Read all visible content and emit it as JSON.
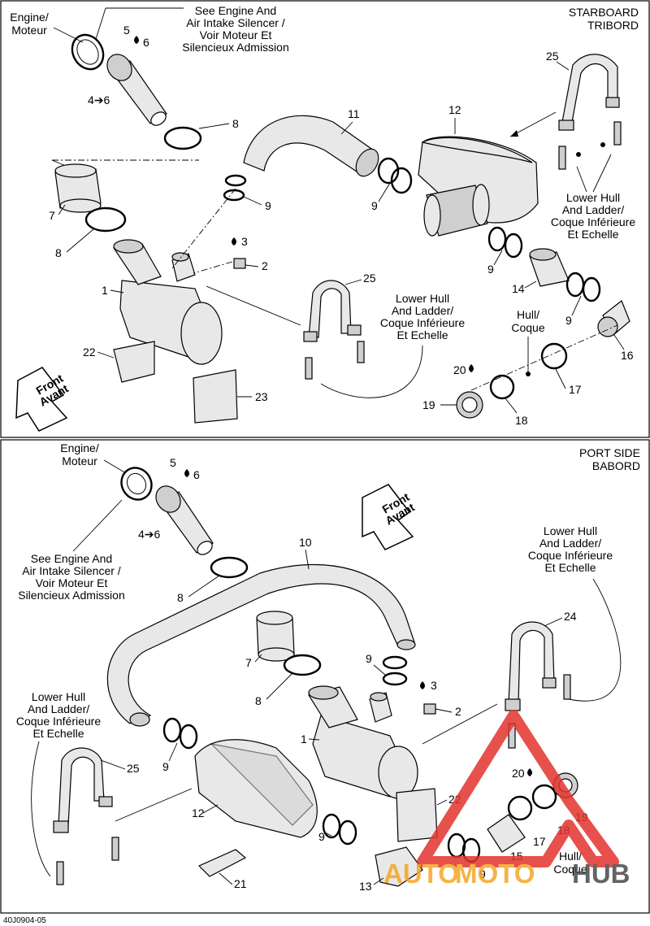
{
  "panels": {
    "top": {
      "heading_line1": "STARBOARD",
      "heading_line2": "TRIBORD",
      "engine_label": [
        "Engine/",
        "Moteur"
      ],
      "see_engine_label": [
        "See Engine And",
        "Air Intake Silencer /",
        "Voir Moteur Et",
        "Silencieux Admission"
      ],
      "lower_hull_right": [
        "Lower Hull",
        "And Ladder/",
        "Coque Inférieure",
        "Et Echelle"
      ],
      "lower_hull_center": [
        "Lower Hull",
        "And Ladder/",
        "Coque Inférieure",
        "Et Echelle"
      ],
      "hull_label": [
        "Hull/",
        "Coque"
      ],
      "front_label": [
        "Front",
        "Avant"
      ],
      "callouts": {
        "c5": "5",
        "c6": "6",
        "c4to6": "4➔6",
        "c8a": "8",
        "c11": "11",
        "c12": "12",
        "c25": "25",
        "c7": "7",
        "c8b": "8",
        "c9a": "9",
        "c9b": "9",
        "c9c": "9",
        "c9d": "9",
        "c3": "3",
        "c2": "2",
        "c1": "1",
        "c14": "14",
        "c25b": "25",
        "c16": "16",
        "c22": "22",
        "c20": "20",
        "c17": "17",
        "c19": "19",
        "c18": "18",
        "c23": "23"
      }
    },
    "bottom": {
      "heading_line1": "PORT SIDE",
      "heading_line2": "BABORD",
      "engine_label": [
        "Engine/",
        "Moteur"
      ],
      "see_engine_label": [
        "See Engine And",
        "Air Intake Silencer /",
        "Voir Moteur Et",
        "Silencieux Admission"
      ],
      "lower_hull_right": [
        "Lower Hull",
        "And Ladder/",
        "Coque Inférieure",
        "Et Echelle"
      ],
      "lower_hull_left": [
        "Lower Hull",
        "And Ladder/",
        "Coque Inférieure",
        "Et Echelle"
      ],
      "hull_label": [
        "Hull/",
        "Coque"
      ],
      "front_label": [
        "Front",
        "Avant"
      ],
      "callouts": {
        "c5": "5",
        "c6": "6",
        "c4to6": "4➔6",
        "c8a": "8",
        "c10": "10",
        "c7": "7",
        "c8b": "8",
        "c9a": "9",
        "c3": "3",
        "c2": "2",
        "c24": "24",
        "c1": "1",
        "c25": "25",
        "c9b": "9",
        "c12": "12",
        "c22": "22",
        "c20": "20",
        "c19": "19",
        "c18": "18",
        "c17": "17",
        "c15": "15",
        "c9c": "9",
        "c9d": "9",
        "c13": "13",
        "c21": "21"
      }
    }
  },
  "figure_code": "40J0904-05",
  "watermark": {
    "word1": "AUTO",
    "word2": "MOTO",
    "word3": "HUB"
  },
  "colors": {
    "watermark_red": "#e3322d",
    "watermark_orange": "#f5a623",
    "watermark_grey": "#4a4a4a"
  }
}
